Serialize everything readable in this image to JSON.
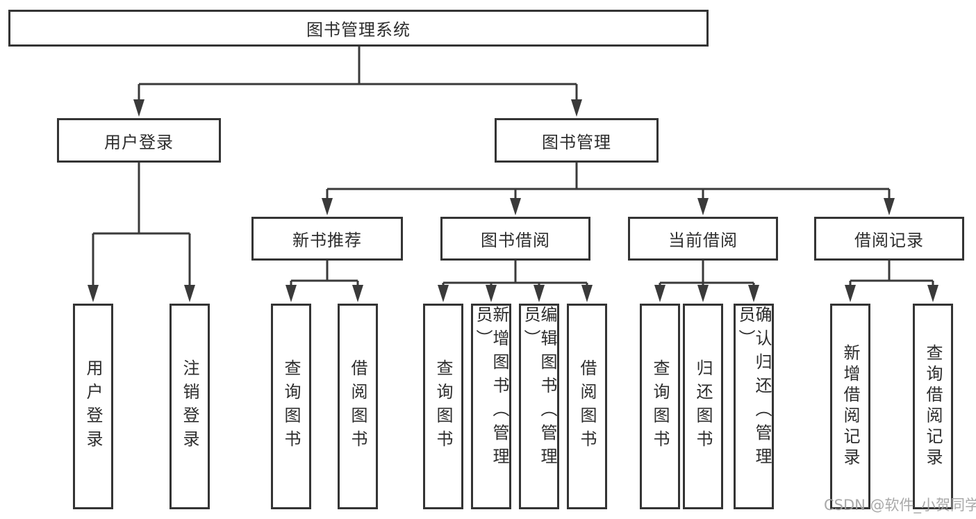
{
  "diagram": {
    "root": {
      "label": "图书管理系统"
    },
    "branches": [
      {
        "label": "用户登录",
        "children": [
          {
            "label": "用户登录"
          },
          {
            "label": "注销登录"
          }
        ]
      },
      {
        "label": "图书管理",
        "children": [
          {
            "label": "新书推荐",
            "children": [
              {
                "label": "查询图书"
              },
              {
                "label": "借阅图书"
              }
            ]
          },
          {
            "label": "图书借阅",
            "children": [
              {
                "label": "查询图书"
              },
              {
                "label": "新增图书（管理员）"
              },
              {
                "label": "编辑图书（管理员）"
              },
              {
                "label": "借阅图书"
              }
            ]
          },
          {
            "label": "当前借阅",
            "children": [
              {
                "label": "查询图书"
              },
              {
                "label": "归还图书"
              },
              {
                "label": "确认归还（管理员）"
              }
            ]
          },
          {
            "label": "借阅记录",
            "children": [
              {
                "label": "新增借阅记录"
              },
              {
                "label": "查询借阅记录"
              }
            ]
          }
        ]
      }
    ]
  },
  "watermark": {
    "text": "CSDN @软件_小贺同学"
  },
  "colors": {
    "background": "#ffffff",
    "box_border": "#343434",
    "line": "#3a3a3a",
    "text": "#2d2d2d",
    "watermark": "#a2a2a2"
  }
}
